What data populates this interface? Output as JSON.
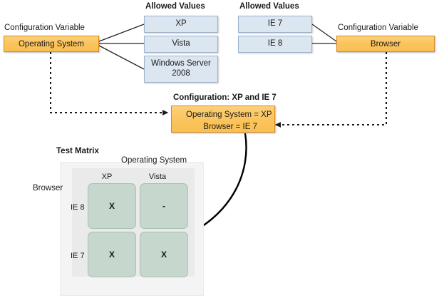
{
  "diagram": {
    "title": "Pairwise configuration and test matrix diagram",
    "colors": {
      "variable_fill": "#fbc45c",
      "variable_border": "#d98b1f",
      "value_fill": "#dce6f1",
      "value_border": "#9cb3cd",
      "cell_fill": "#c6d7cd",
      "cell_border": "#a9c0b3",
      "matrix_outer": "#f4f4f4",
      "matrix_inner": "#eaeaea",
      "line": "#1a1a1a"
    }
  },
  "left_group": {
    "variable_caption": "Configuration Variable",
    "variable_name": "Operating System",
    "allowed_values_header": "Allowed Values",
    "allowed_values": [
      {
        "label": "XP"
      },
      {
        "label": "Vista"
      },
      {
        "label": "Windows Server 2008"
      }
    ]
  },
  "right_group": {
    "variable_caption": "Configuration Variable",
    "variable_name": "Browser",
    "allowed_values_header": "Allowed Values",
    "allowed_values": [
      {
        "label": "IE 7"
      },
      {
        "label": "IE 8"
      }
    ]
  },
  "configuration": {
    "title": "Configuration: XP and IE 7",
    "line1": "Operating System = XP",
    "line2": "Browser = IE 7"
  },
  "test_matrix": {
    "title": "Test Matrix",
    "x_axis_label": "Operating System",
    "y_axis_label": "Browser",
    "column_headers": [
      "XP",
      "Vista"
    ],
    "row_headers": [
      "IE 8",
      "IE 7"
    ],
    "cells": [
      [
        "X",
        "-"
      ],
      [
        "X",
        "X"
      ]
    ]
  }
}
